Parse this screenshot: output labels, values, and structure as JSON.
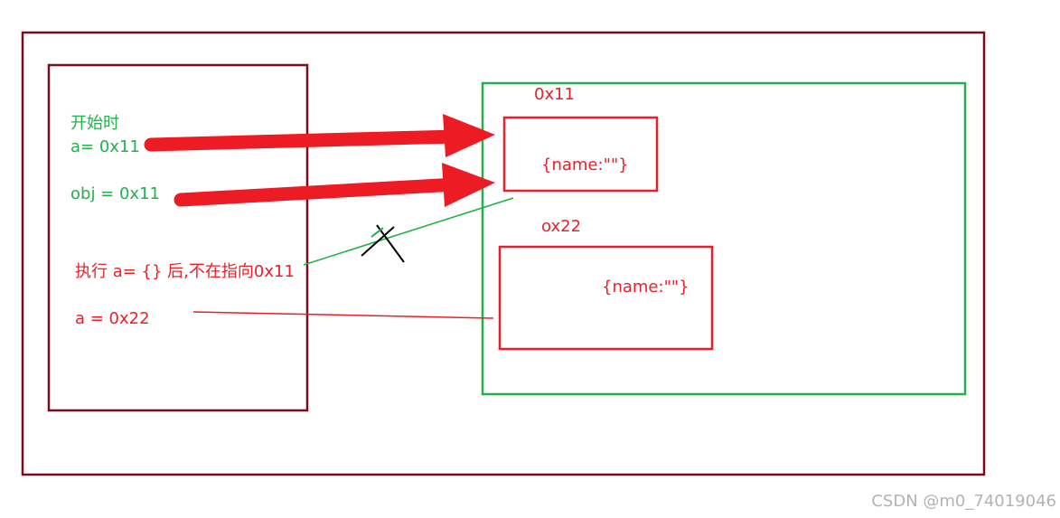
{
  "stack": {
    "label_start": "开始时",
    "var_a_initial": "a= 0x11",
    "var_obj": "obj = 0x11",
    "note_after": "执行 a= {} 后,不在指向0x11",
    "var_a_after": "a = 0x22"
  },
  "heap": {
    "object1": {
      "address": "0x11",
      "content": "{name:\"\"}"
    },
    "object2": {
      "address": "ox22",
      "content": "{name:\"\"}"
    }
  },
  "watermark": "CSDN @m0_74019046",
  "colors": {
    "frame": "#7b0a1c",
    "stack_frame": "#7b0a1c",
    "heap_frame": "#22b14c",
    "object_box": "#e8202a",
    "arrow": "#ed1c24",
    "green_text": "#22b14c",
    "red_text": "#e8202a",
    "cross": "#000000",
    "watermark": "#b3b3b3"
  }
}
